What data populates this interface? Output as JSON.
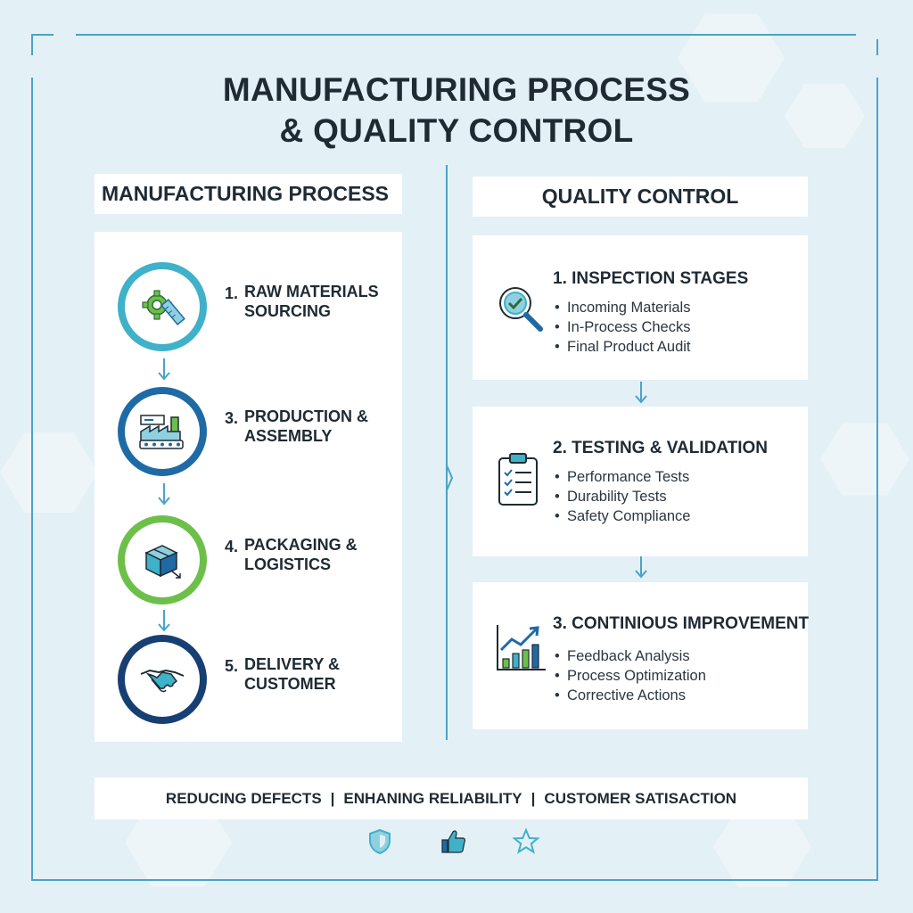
{
  "title": {
    "line1": "MANUFACTURING PROCESS",
    "line2": "& QUALITY CONTROL"
  },
  "left": {
    "heading": "MANUFACTURING PROCESS",
    "steps": [
      {
        "num": "1.",
        "label": "RAW MATERIALS SOURCING",
        "icon": "gear-ruler-icon",
        "color": "#3fb1c9"
      },
      {
        "num": "3.",
        "label": "PRODUCTION & ASSEMBLY",
        "icon": "factory-icon",
        "color": "#1f6aa5"
      },
      {
        "num": "4.",
        "label": "PACKAGING & LOGISTICS",
        "icon": "package-box-icon",
        "color": "#6cc04a"
      },
      {
        "num": "5.",
        "label": "DELIVERY & CUSTOMER",
        "icon": "handshake-icon",
        "color": "#173f73"
      }
    ]
  },
  "right": {
    "heading": "QUALITY CONTROL",
    "sections": [
      {
        "title": "1. INSPECTION STAGES",
        "icon": "magnifier-check-icon",
        "items": [
          "Incoming Materials",
          "In-Process Checks",
          "Final Product Audit"
        ]
      },
      {
        "title": "2. TESTING & VALIDATION",
        "icon": "clipboard-checklist-icon",
        "items": [
          "Performance Tests",
          "Durability Tests",
          "Safety Compliance"
        ]
      },
      {
        "title": "3. CONTINIOUS IMPROVEMENT",
        "icon": "growth-chart-icon",
        "items": [
          "Feedback Analysis",
          "Process Optimization",
          "Corrective Actions"
        ]
      }
    ]
  },
  "footer": {
    "items": [
      "REDUCING DEFECTS",
      "ENHANING RELIABILITY",
      "CUSTOMER SATISACTION"
    ],
    "separator": "|"
  },
  "colors": {
    "accent": "#4aa3c8",
    "teal": "#3fb1c9",
    "blue": "#1f6aa5",
    "green": "#6cc04a",
    "navy": "#173f73"
  }
}
